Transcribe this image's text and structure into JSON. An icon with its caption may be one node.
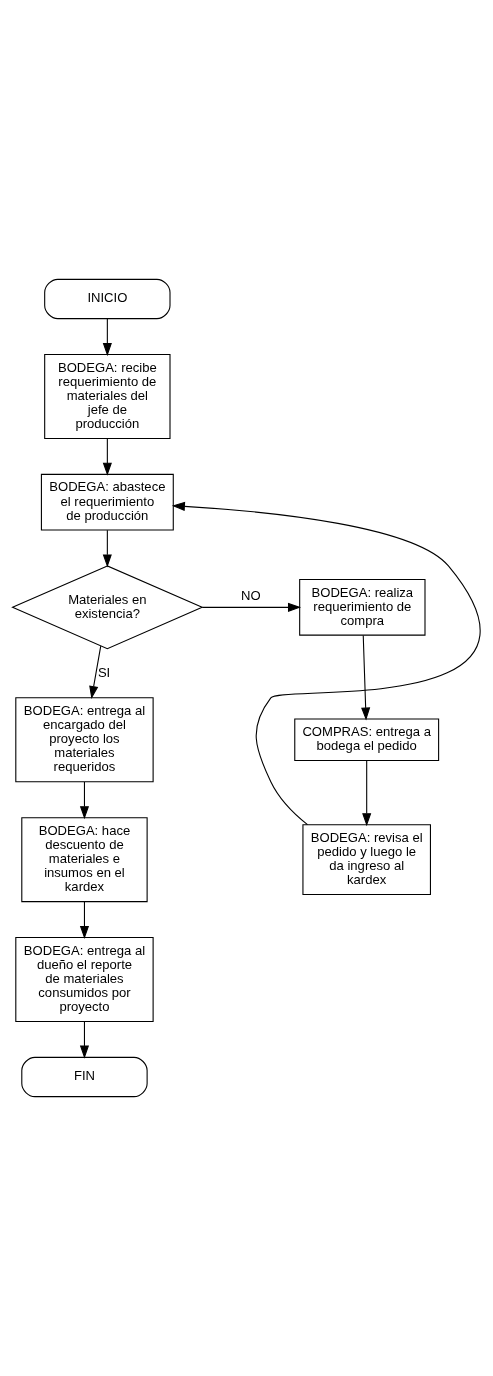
{
  "diagram": {
    "nodes": [
      {
        "text": [
          "INICIO"
        ]
      },
      {
        "text": [
          "BODEGA: recibe requerimiento de materiales del jefe de  producción"
        ]
      },
      {
        "text": [
          "BODEGA: abastece el requerimiento de producción"
        ]
      },
      {
        "text": [
          "Materiales en existencia?"
        ]
      },
      {
        "text": [
          "BODEGA: realiza requerimiento de compra"
        ]
      },
      {
        "text": [
          "COMPRAS: entrega a bodega el pedido"
        ]
      },
      {
        "text": [
          "BODEGA: revisa el pedido y luego le da ingreso al kardex"
        ]
      },
      {
        "text": [
          "BODEGA: entrega al encargado del proyecto los materiales requeridos"
        ]
      },
      {
        "text": [
          "BODEGA: hace descuento de materiales e insumos en el kardex"
        ]
      },
      {
        "text": [
          "BODEGA: entrega al dueño el reporte de materiales consumidos por proyecto"
        ]
      },
      {
        "text": [
          "FIN"
        ]
      }
    ],
    "edges": [
      {
        "from": 0,
        "to": 1,
        "arrow": "to"
      },
      {
        "from": 1,
        "to": 2,
        "arrow": "to"
      },
      {
        "from": 2,
        "to": 3,
        "arrow": "to"
      },
      {
        "from": 3,
        "to": 4,
        "arrow": "to",
        "label": "NO"
      },
      {
        "from": 3,
        "to": 7,
        "arrow": "to",
        "label": "SI"
      },
      {
        "from": 4,
        "to": 5,
        "arrow": "to"
      },
      {
        "from": 5,
        "to": 6,
        "arrow": "to"
      },
      {
        "from": 6,
        "to": 2,
        "arrow": "to"
      },
      {
        "from": 7,
        "to": 8,
        "arrow": "to"
      },
      {
        "from": 8,
        "to": 9,
        "arrow": "to"
      },
      {
        "from": 9,
        "to": 10,
        "arrow": "to"
      }
    ]
  }
}
